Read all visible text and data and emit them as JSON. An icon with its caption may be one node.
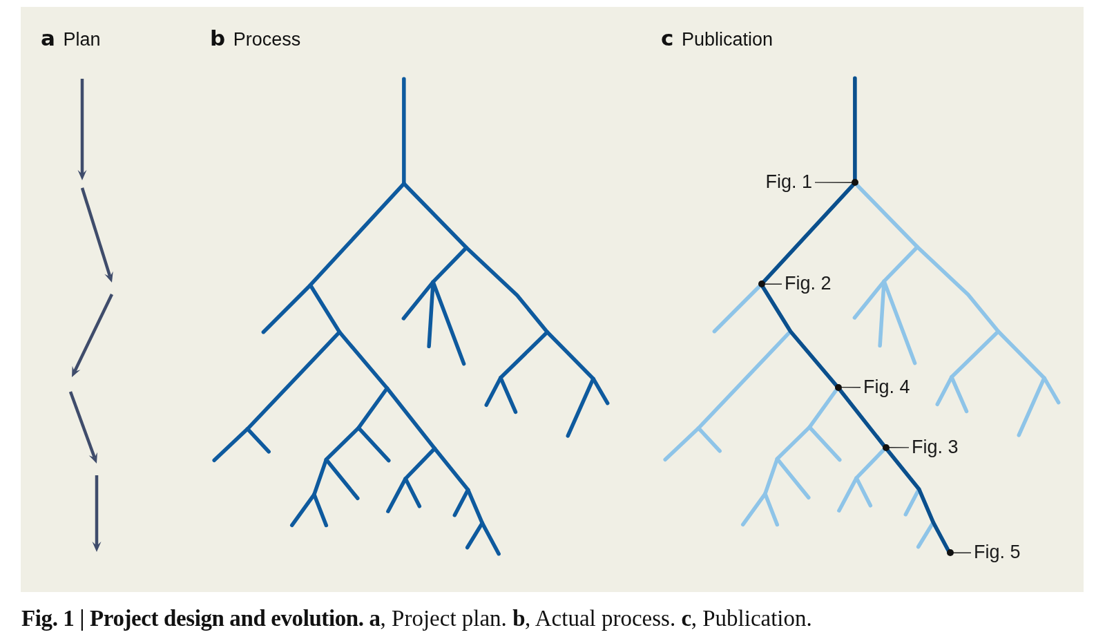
{
  "diagram": {
    "caption": "**Fig. 1 | Project design and evolution. a**, Project plan. **b**, Actual process. **c**, Publication.",
    "nodes": [
      {
        "text": [
          "Fig. 1"
        ]
      },
      {
        "text": [
          "Fig. 2"
        ]
      },
      {
        "text": [
          "Fig. 4"
        ]
      },
      {
        "text": [
          "Fig. 3"
        ]
      },
      {
        "text": [
          "Fig. 5"
        ]
      },
      {
        "text": [],
        "shape": "circle"
      },
      {
        "text": [],
        "shape": "circle"
      },
      {
        "text": [],
        "shape": "circle"
      },
      {
        "text": [],
        "shape": "circle"
      },
      {
        "text": [],
        "shape": "circle"
      }
    ],
    "edges": [
      {
        "from": 0,
        "to": 5,
        "arrow": "none"
      },
      {
        "from": 1,
        "to": 6,
        "arrow": "none"
      },
      {
        "from": 2,
        "to": 7,
        "arrow": "none"
      },
      {
        "from": 3,
        "to": 8,
        "arrow": "none"
      },
      {
        "from": 4,
        "to": 9,
        "arrow": "none"
      }
    ],
    "labels": [
      "**a** Plan",
      "**b** Process",
      "**c** Publication"
    ]
  }
}
